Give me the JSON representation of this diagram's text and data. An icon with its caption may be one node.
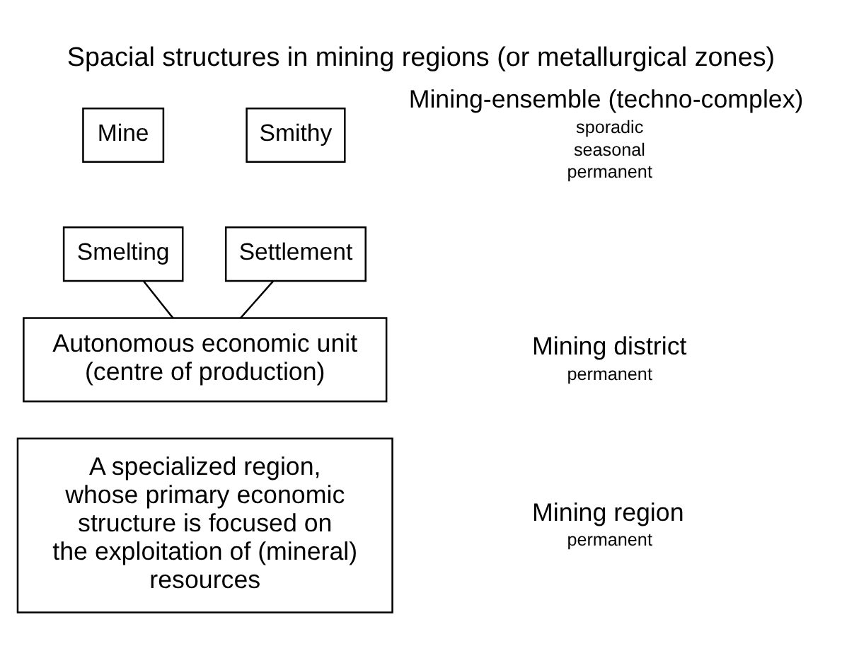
{
  "diagram": {
    "title": "Spacial structures in mining regions (or metallurgical zones)",
    "nodes": [
      {
        "text": [
          "Mine"
        ]
      },
      {
        "text": [
          "Smelting"
        ]
      },
      {
        "text": [
          "Smithy"
        ]
      },
      {
        "text": [
          "Settlement"
        ]
      },
      {
        "text": [
          "Autonomous economic unit (centre of production)"
        ]
      },
      {
        "text": [
          "A specialized region, whose primary economic structure is focused on the exploitation of (mineral) resources"
        ]
      }
    ],
    "edges": [
      {
        "from": 1,
        "to": 4,
        "arrow": "none"
      },
      {
        "from": 3,
        "to": 4,
        "arrow": "none"
      }
    ],
    "labels": [
      "Mining-ensemble (techno-complex)",
      "sporadic",
      "seasonal",
      "permanent",
      "Mining district",
      "permanent",
      "Mining region",
      "permanent"
    ]
  }
}
